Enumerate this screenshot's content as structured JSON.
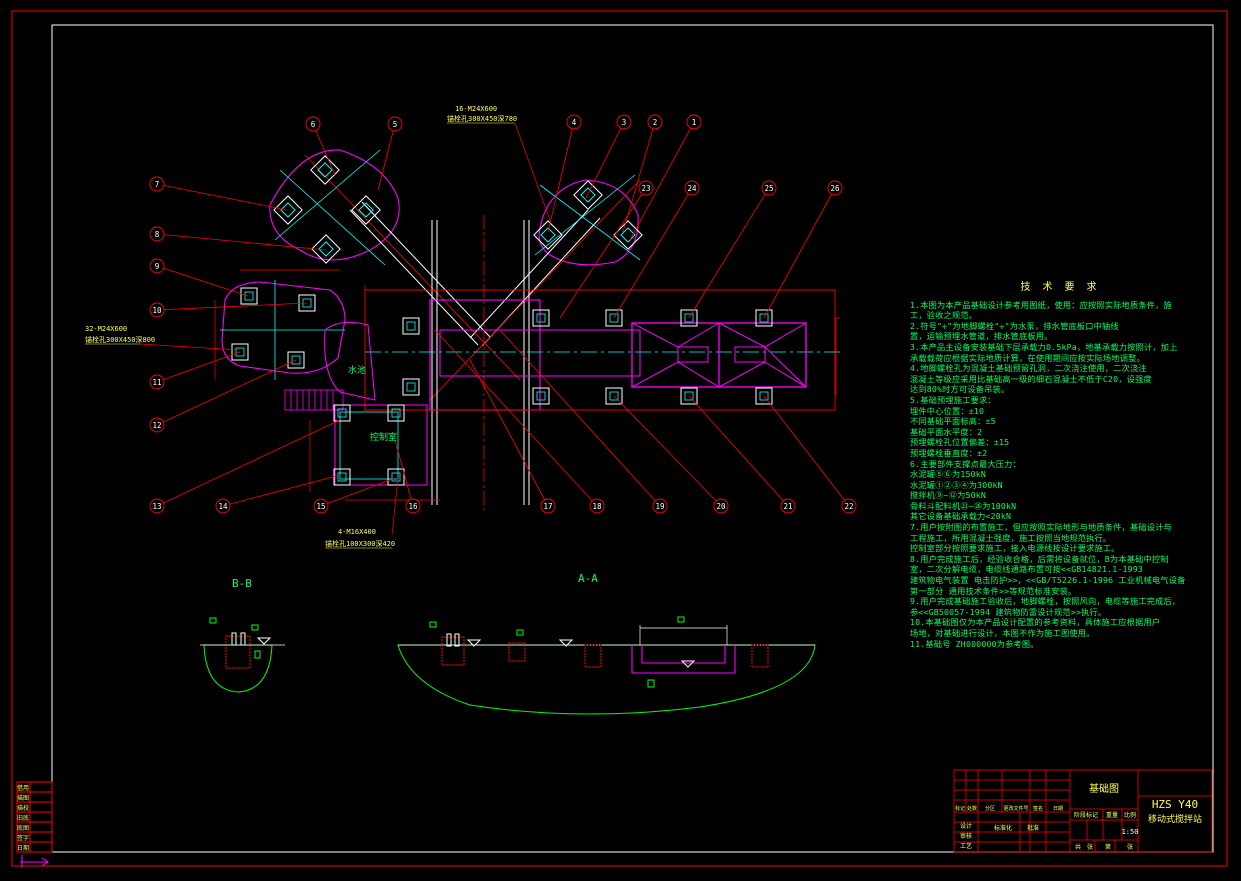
{
  "drawing": {
    "hole_note_top": "16-M24X600",
    "hole_note_top_sub": "锚栓孔300X450深780",
    "hole_note_left": "32-M24X600",
    "hole_note_left_sub": "锚栓孔300X450深800",
    "hole_note_bottom": "4-M16X400",
    "hole_note_bottom_sub": "锚栓孔100X300深420",
    "label_water_pool": "水池",
    "label_control_room": "控制室",
    "section_bb": "B-B",
    "section_aa": "A-A",
    "callouts_top": [
      "6",
      "5",
      "4",
      "3",
      "2",
      "1"
    ],
    "callouts_left": [
      "7",
      "8",
      "9",
      "10",
      "11",
      "12"
    ],
    "callouts_right": [
      "23",
      "24",
      "25",
      "26"
    ],
    "callouts_bottom": [
      "13",
      "14",
      "15",
      "16",
      "17",
      "18",
      "19",
      "20",
      "21",
      "22"
    ]
  },
  "notes": {
    "title": "技 术 要 求",
    "lines": [
      "1.本图为本产品基础设计参考用图纸，使用：应按照实际地质条件，施",
      "  工，验收之规范。",
      "2.符号\"✛\"为地脚螺栓\"✛\"为水泵，排水管底板口中轴线",
      "  置，运输预埋水管道，排水管底板用。",
      "3.本产品主设备安装基础下层承载力0.5kPa，地基承载力按照计，加上",
      "  承载载荷应根据实际地质计算，在使用期间应按实际场地调整。",
      "4.地脚螺栓孔为混凝土基础预留孔洞，二次浇注使用，二次浇注",
      "  混凝土等级应采用比基础高一级的细石混凝土不低于C20，设强度",
      "  达到80%时方可设备吊装。",
      "5.基础预埋施工要求：",
      "  埋件中心位置：±10",
      "  不同基础平面标高：±5",
      "  基础平面水平度：2",
      "  预埋螺栓孔位置偏差：±15",
      "  预埋螺栓垂直度：±2",
      "6.主要部件支撑点最大压力：",
      "  水泥罐⑤⑥为150kN",
      "  水泥罐①②③④为300kN",
      "  搅拌机⑨~⑫为50kN",
      "  骨料斗配料机㉓~㉖为100kN",
      "  其它设备基础承载力<20kN",
      "7.用户按附图的布置施工，但应按照实际地形与地质条件，基础设计与",
      "  工程施工，所用混凝土强度，施工按照当地规范执行。",
      "  控制室部分按照要求施工，接入电源线按设计要求施工。",
      "8.用户完成施工后，经验收合格，后需将设备就位，B为本基础中控制",
      "  室，二次分解电缆，电缆线通路布置可按<<GB14821.1-1993",
      "  建筑物电气装置 电击防护>>，<<GB/T5226.1-1996 工业机械电气设备",
      "  第一部分 通用技术条件>>等规范标准安装。",
      "9.用户完成基础施工验收后，地脚螺栓，按照风向，电缆等施工完成后，",
      "  参<<GB50057-1994 建筑物防雷设计规范>>执行。",
      "10.本基础图仅为本产品设计配置的参考资料，具体施工应根据用户",
      "  场地，对基础进行设计，本图不作为施工图使用。",
      "11.基础号 ZH000000为参考图。"
    ]
  },
  "title_block": {
    "drawing_name": "基础图",
    "product_code": "HZS Y40",
    "product_name": "移动式搅拌站",
    "scale": "1:50",
    "marks_header": [
      "标记",
      "处数",
      "分区",
      "更改文件号",
      "签名",
      "日期"
    ],
    "marks_rows": [
      "设计",
      "审核",
      "工艺"
    ],
    "sign_row": [
      "标准化",
      "批准"
    ],
    "stage_headers": [
      "阶段标记",
      "重量",
      "比例"
    ],
    "sheet_row": [
      "共",
      "张",
      "第",
      "张"
    ]
  },
  "side_block": {
    "labels": [
      "借用",
      "描图",
      "描校",
      "旧底图号",
      "底图号",
      "签字",
      "日期"
    ]
  }
}
